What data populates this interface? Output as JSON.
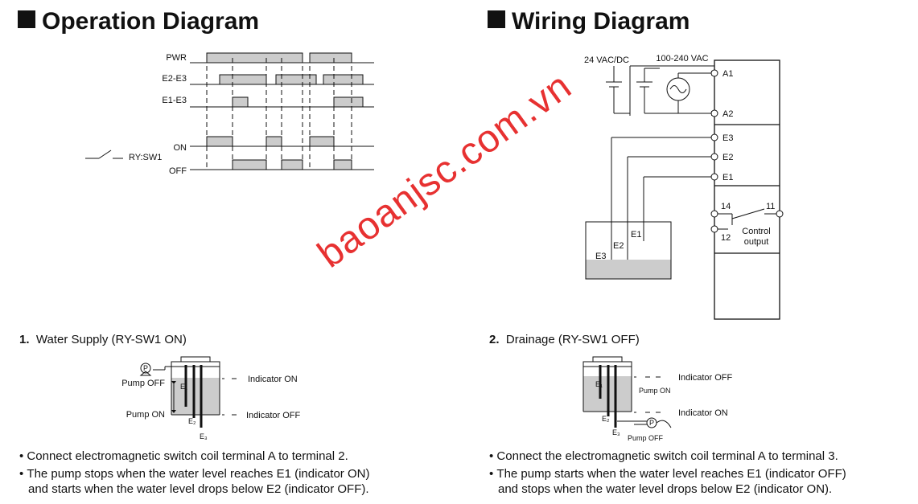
{
  "operation": {
    "title": "Operation Diagram",
    "signals": {
      "pwr": "PWR",
      "e2e3": "E2-E3",
      "e1e3": "E1-E3",
      "on": "ON",
      "off": "OFF",
      "switch": "RY:SW1"
    }
  },
  "wiring": {
    "title": "Wiring Diagram",
    "supply_dc": "24 VAC/DC",
    "supply_ac": "100-240 VAC",
    "terminals": {
      "a1": "A1",
      "a2": "A2",
      "e3": "E3",
      "e2": "E2",
      "e1": "E1",
      "t14": "14",
      "t11": "11",
      "t12": "12"
    },
    "control_output_line1": "Control",
    "control_output_line2": "output",
    "tank_electrodes": {
      "e1": "E1",
      "e2": "E2",
      "e3": "E3"
    }
  },
  "supply": {
    "number": "1.",
    "heading": "Water Supply (RY-SW1 ON)",
    "pump_off": "Pump OFF",
    "pump_on": "Pump ON",
    "indicator_on": "Indicator ON",
    "indicator_off": "Indicator OFF",
    "pump_symbol": "P",
    "bullet1": "Connect electromagnetic switch coil terminal A to terminal 2.",
    "bullet2a": "The pump stops when the water level reaches E1 (indicator ON)",
    "bullet2b": "and starts when the water level drops below E2 (indicator OFF)."
  },
  "drainage": {
    "number": "2.",
    "heading": "Drainage (RY-SW1 OFF)",
    "pump_on": "Pump ON",
    "pump_off": "Pump OFF",
    "indicator_off": "Indicator OFF",
    "indicator_on": "Indicator ON",
    "pump_symbol": "P",
    "bullet1": "Connect the electromagnetic switch coil terminal A to terminal 3.",
    "bullet2a": "The pump starts when the water level reaches E1 (indicator OFF)",
    "bullet2b": "and stops when the water level drops below E2 (indicator ON)."
  },
  "watermark": "baoanjsc.com.vn",
  "colors": {
    "fill_gray": "#cccccc",
    "watermark_red": "#e51b1b",
    "ink": "#111111"
  }
}
